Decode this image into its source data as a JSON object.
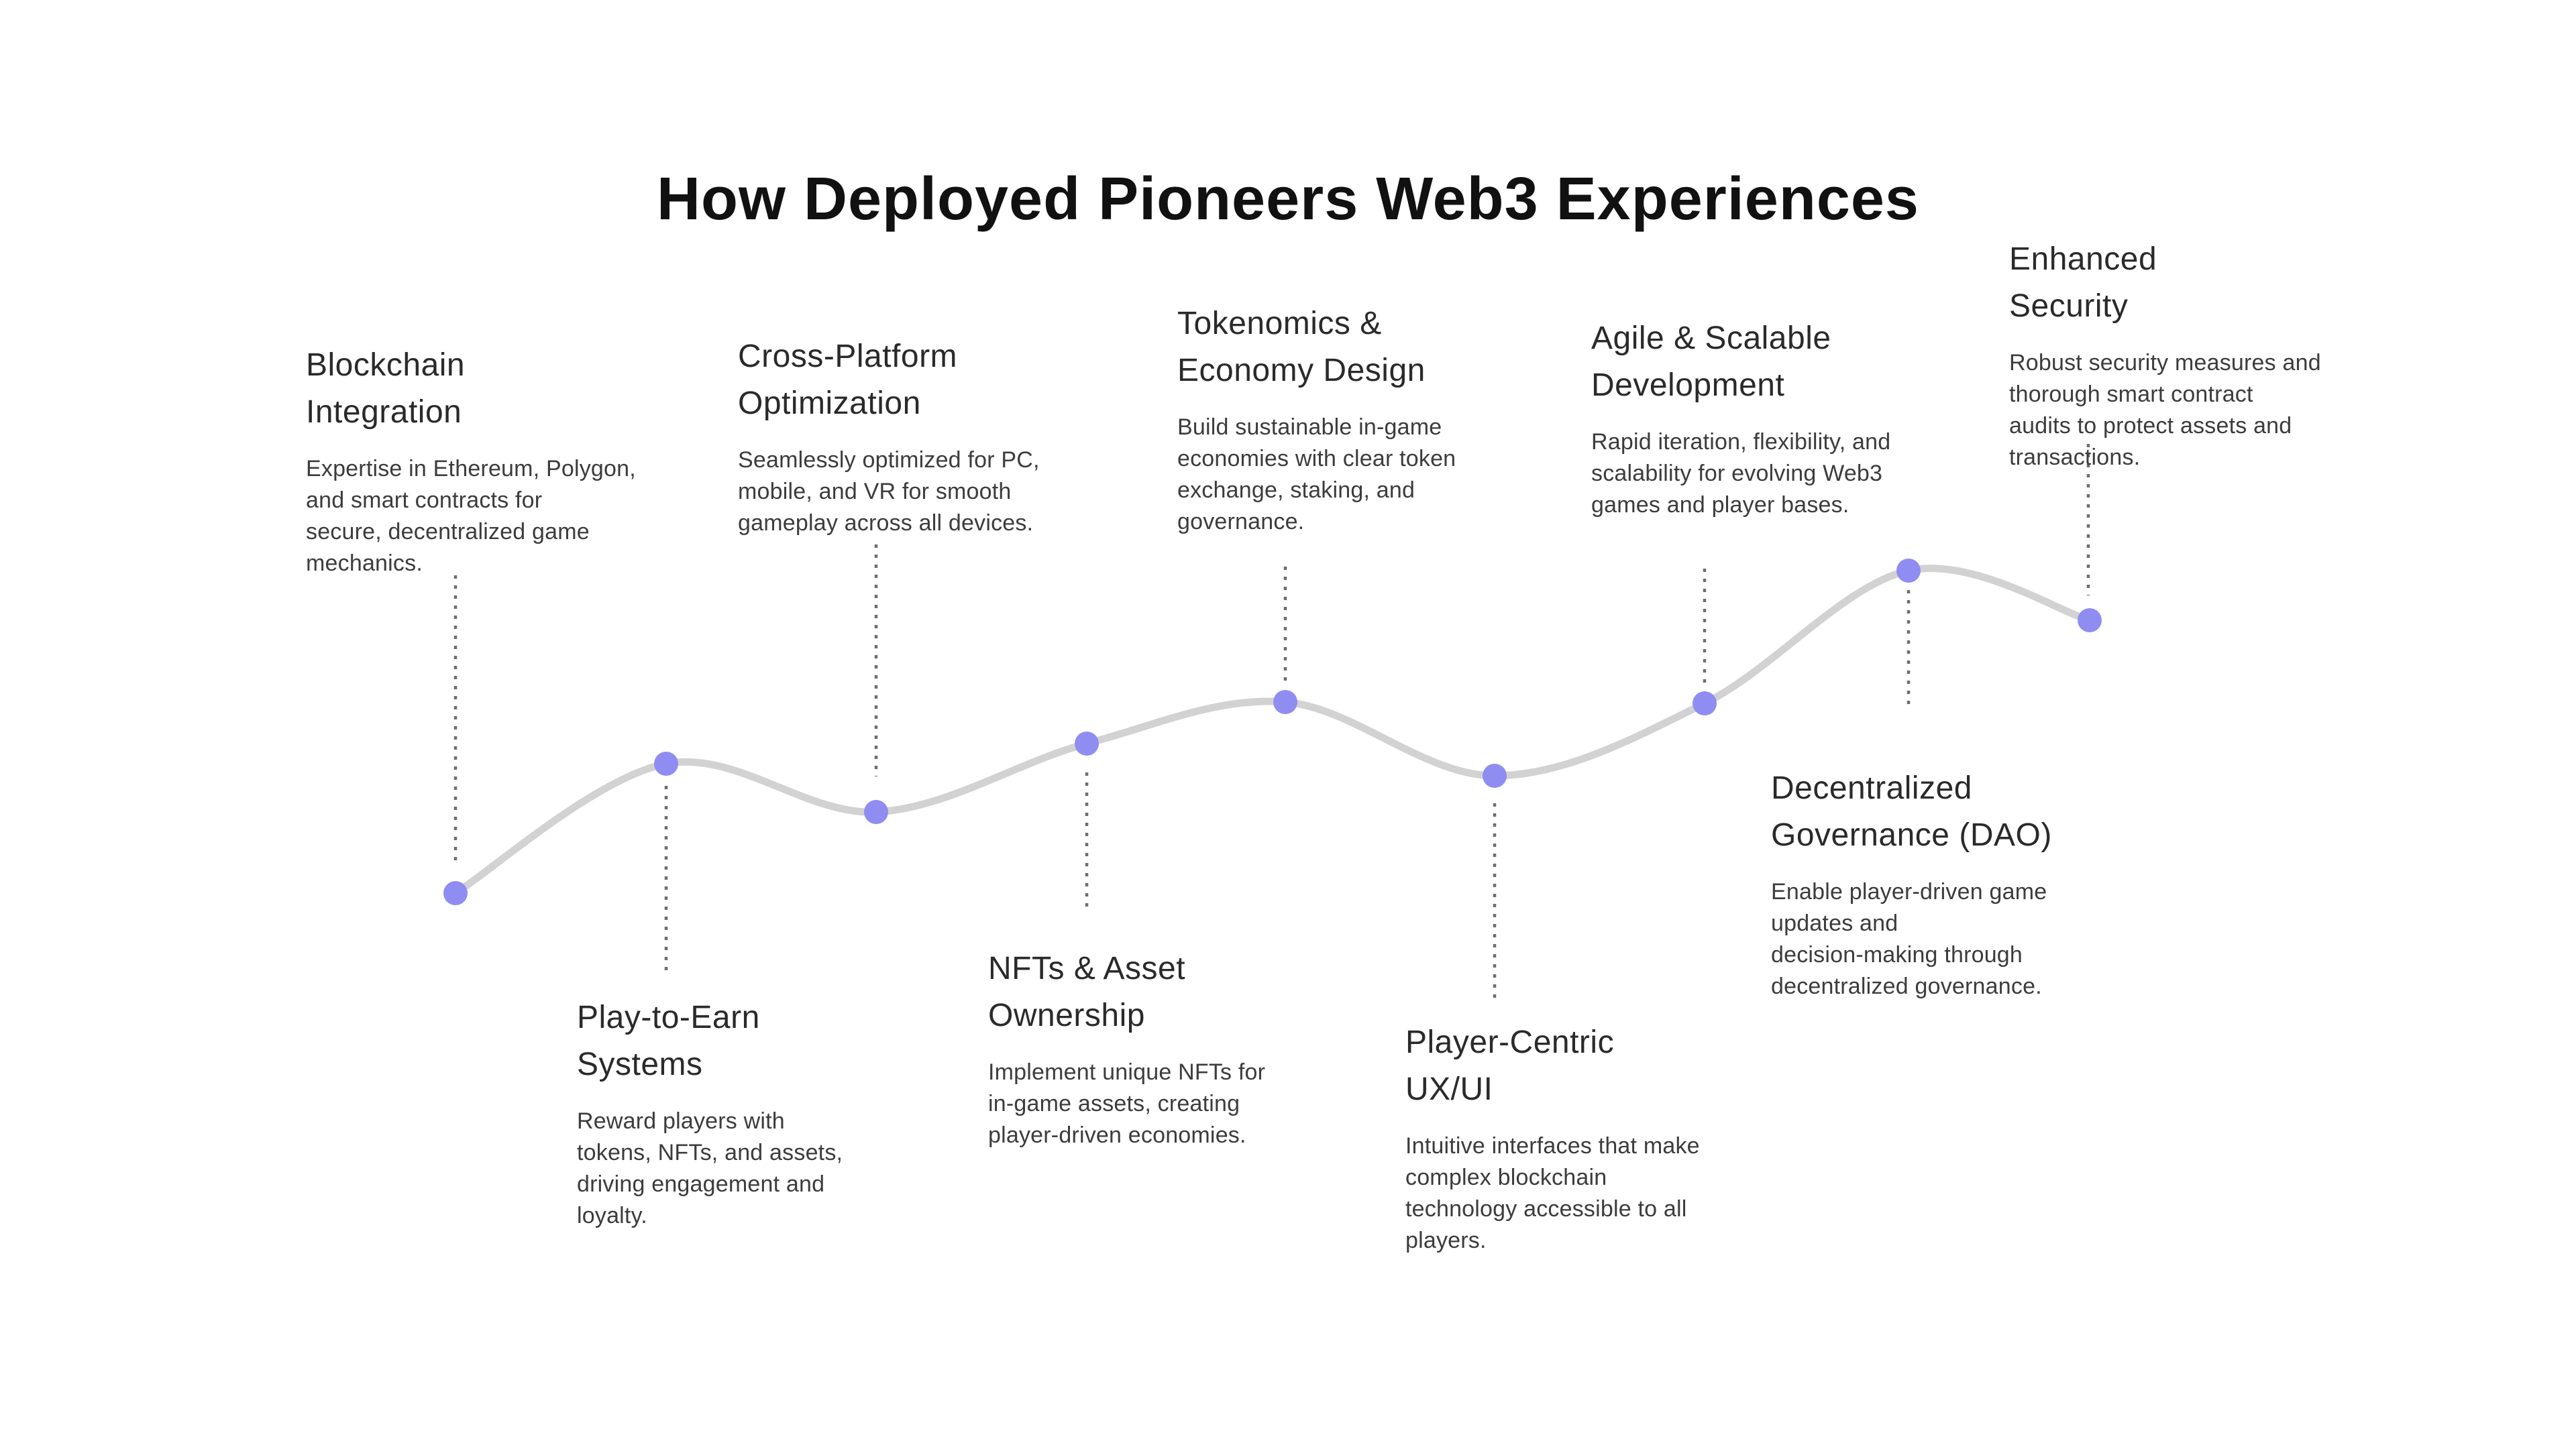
{
  "header": {
    "title": "How Deployed Pioneers Web3 Experiences"
  },
  "colors": {
    "background": "#ffffff",
    "heading_text": "#111111",
    "step_title_text": "#2a2a2a",
    "step_body_text": "#3c3c3c",
    "timeline_curve": "#d2d2d2",
    "timeline_dot": "#8f8df2",
    "connector_line": "#6e6e6e"
  },
  "timeline": {
    "steps": [
      {
        "title": "Blockchain\nIntegration",
        "description": "Expertise in Ethereum, Polygon,\nand smart contracts for\nsecure, decentralized game\nmechanics.",
        "label_position": "above"
      },
      {
        "title": "Play-to-Earn\nSystems",
        "description": "Reward players with\ntokens, NFTs, and assets,\ndriving engagement and\nloyalty.",
        "label_position": "below"
      },
      {
        "title": "Cross-Platform\nOptimization",
        "description": "Seamlessly optimized for PC,\nmobile, and VR for smooth\ngameplay across all devices.",
        "label_position": "above"
      },
      {
        "title": "NFTs & Asset\nOwnership",
        "description": "Implement unique NFTs for\nin-game assets, creating\nplayer-driven economies.",
        "label_position": "below"
      },
      {
        "title": "Tokenomics &\nEconomy Design",
        "description": "Build sustainable in-game\neconomies with clear token\nexchange, staking, and\ngovernance.",
        "label_position": "above"
      },
      {
        "title": "Player-Centric\nUX/UI",
        "description": "Intuitive interfaces that make\ncomplex blockchain\ntechnology accessible to all\nplayers.",
        "label_position": "below"
      },
      {
        "title": "Agile & Scalable\nDevelopment",
        "description": "Rapid iteration, flexibility, and\nscalability for evolving Web3\ngames and player bases.",
        "label_position": "above"
      },
      {
        "title": "Decentralized\nGovernance (DAO)",
        "description": "Enable player-driven game\nupdates and\ndecision-making through\ndecentralized governance.",
        "label_position": "below"
      },
      {
        "title": "Enhanced\nSecurity",
        "description": "Robust security measures and\nthorough smart contract\naudits to protect assets and\ntransactions.",
        "label_position": "above"
      }
    ]
  }
}
